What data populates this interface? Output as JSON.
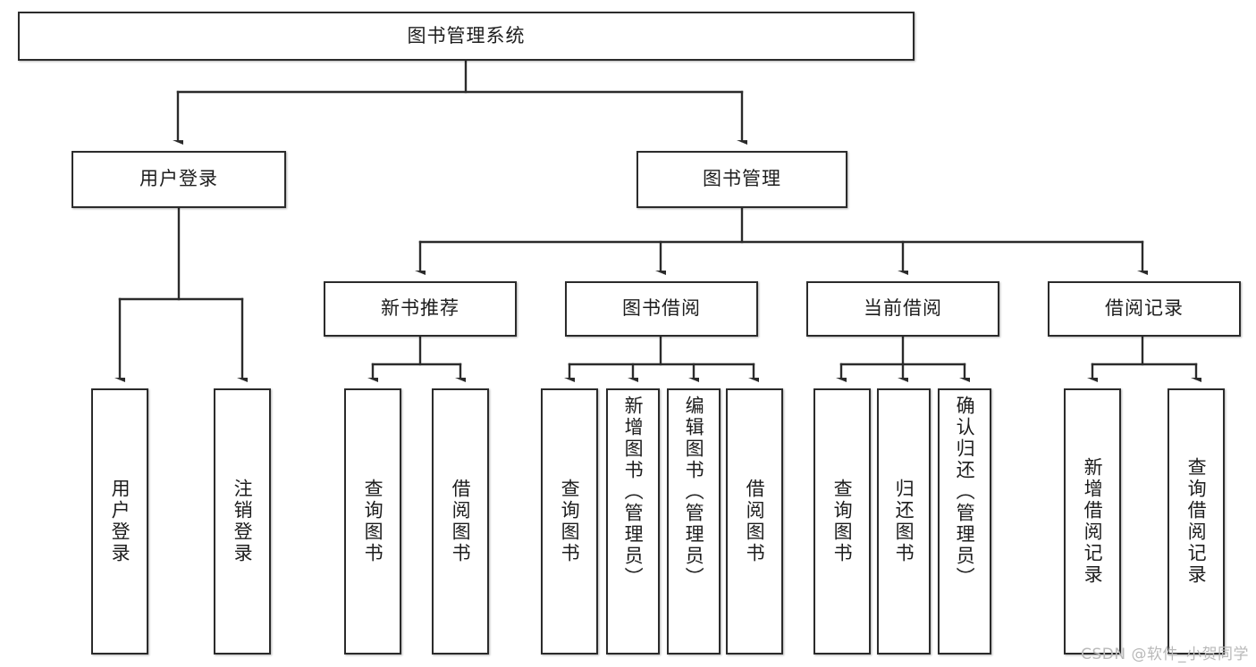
{
  "diagram": {
    "title": "图书管理系统",
    "type": "tree-hierarchy-diagram",
    "watermark": "CSDN @软件_小贺同学",
    "colors": {
      "box_border": "#2b2b2b",
      "box_fill": "#ffffff",
      "connector": "#2b2b2b",
      "text": "#1d1d1d",
      "watermark": "#b9b9b9"
    },
    "nodes": {
      "root": {
        "label": "图书管理系统"
      },
      "level2": [
        {
          "label": "用户登录"
        },
        {
          "label": "图书管理"
        }
      ],
      "level3": [
        {
          "label": "新书推荐"
        },
        {
          "label": "图书借阅"
        },
        {
          "label": "当前借阅"
        },
        {
          "label": "借阅记录"
        }
      ],
      "leaves": {
        "user_login": [
          {
            "label": "用户登录"
          },
          {
            "label": "注销登录"
          }
        ],
        "new_book_recommend": [
          {
            "label": "查询图书"
          },
          {
            "label": "借阅图书"
          }
        ],
        "book_borrow": [
          {
            "label": "查询图书"
          },
          {
            "label": "新增图书（管理员）"
          },
          {
            "label": "编辑图书（管理员）"
          },
          {
            "label": "借阅图书"
          }
        ],
        "current_borrow": [
          {
            "label": "查询图书"
          },
          {
            "label": "归还图书"
          },
          {
            "label": "确认归还（管理员）"
          }
        ],
        "borrow_record": [
          {
            "label": "新增借阅记录"
          },
          {
            "label": "查询借阅记录"
          }
        ]
      }
    }
  }
}
